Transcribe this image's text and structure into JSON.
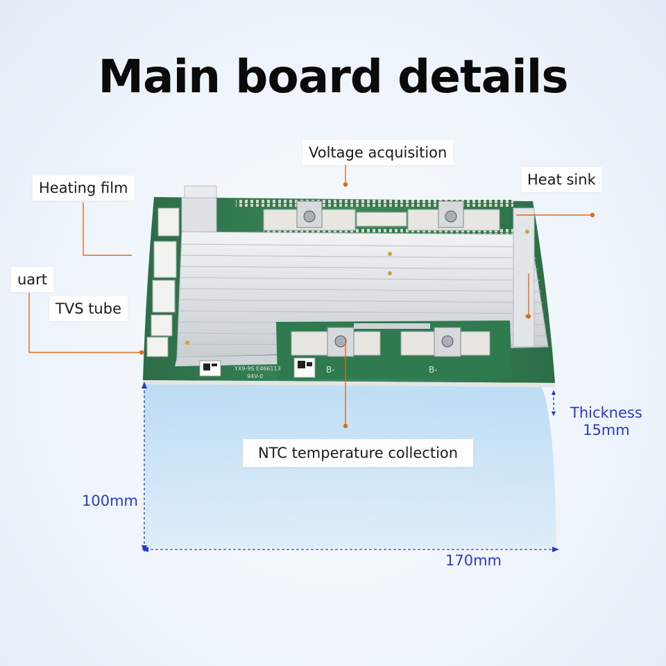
{
  "title": "Main board details",
  "callouts": {
    "voltage_acquisition": "Voltage acquisition",
    "heating_film": "Heating film",
    "heat_sink": "Heat sink",
    "uart": "uart",
    "tvs_tube": "TVS tube",
    "ntc_temperature_collection": "NTC temperature collection"
  },
  "dimensions": {
    "thickness_label": "Thickness",
    "thickness_value": "15mm",
    "height": "100mm",
    "width": "170mm"
  },
  "board_markings": {
    "ul_code": "YX9-9S E466113",
    "rating": "94V-0",
    "bus_marker": "B-"
  },
  "colors": {
    "leader_line": "#e06a1e",
    "dimension": "#2b39c8",
    "pcb": "#2f7a4e",
    "heatsink": "#d9dde1",
    "footprint": "#bcdcf3"
  }
}
